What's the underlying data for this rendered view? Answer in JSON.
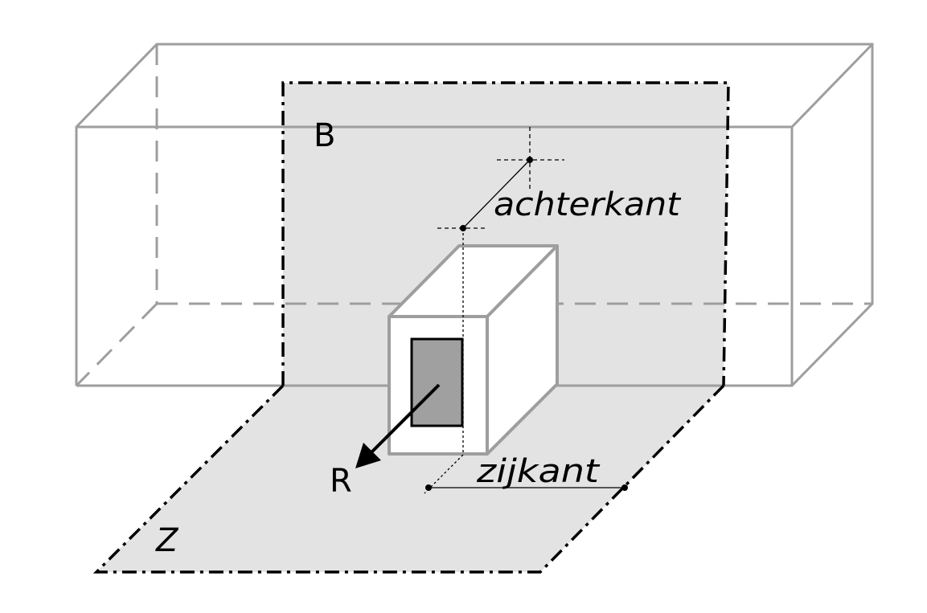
{
  "labels": {
    "back_plane": "B",
    "back_edge": "achterkant",
    "side_edge": "zijkant",
    "arrow": "R",
    "floor_plane": "Z"
  },
  "colors": {
    "room_edge": "#9e9e9e",
    "plane_fill": "#e3e3e3",
    "box_front": "#ffffff",
    "opening_fill": "#a0a0a0",
    "ink": "#000000"
  }
}
